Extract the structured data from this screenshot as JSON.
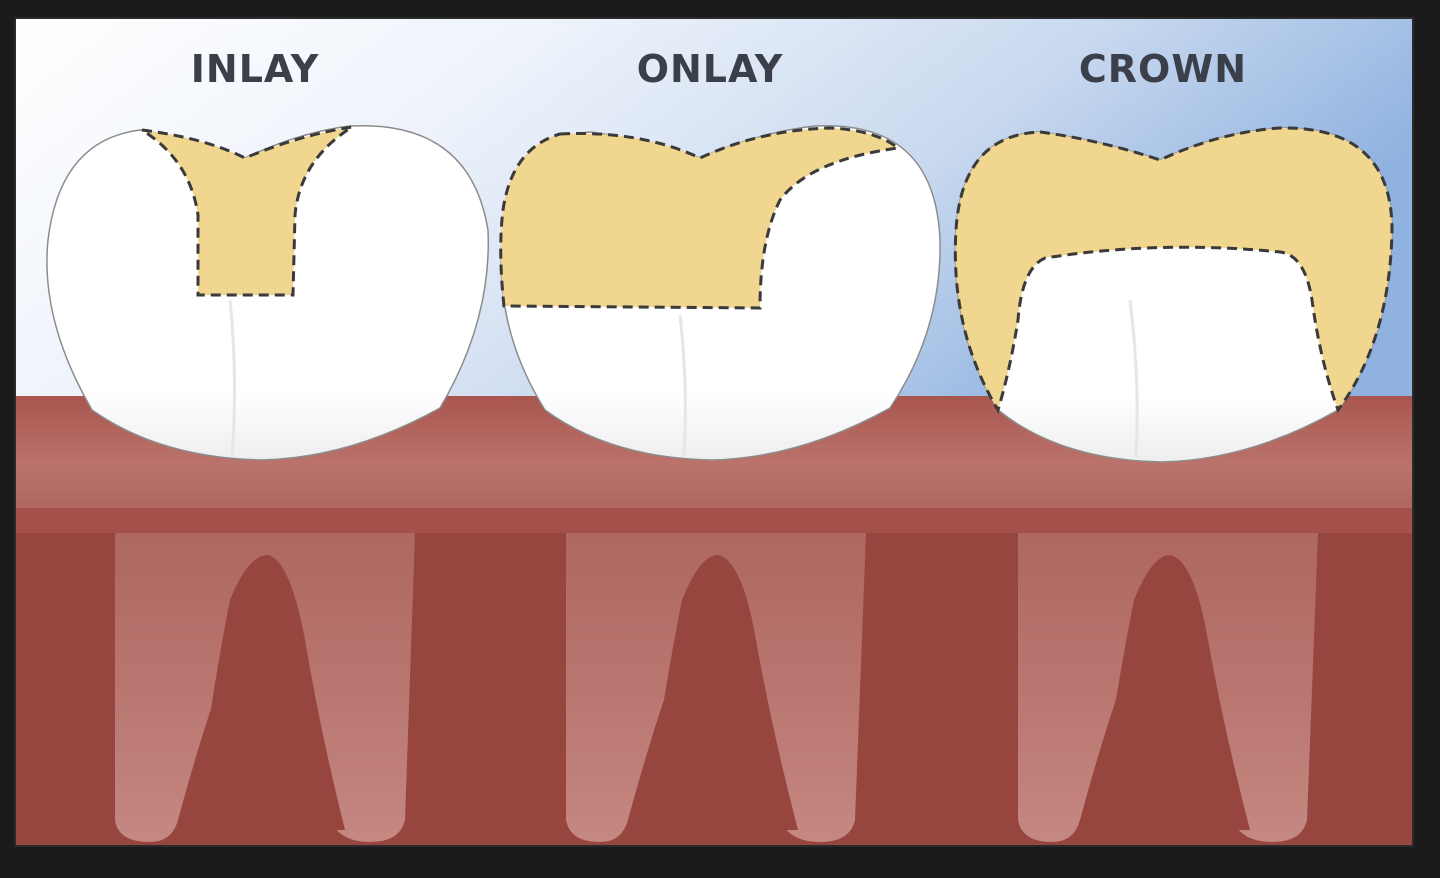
{
  "labels": {
    "inlay": "INLAY",
    "onlay": "ONLAY",
    "crown": "CROWN"
  },
  "colors": {
    "frame": "#1b1b1b",
    "sky_light": "#ffffff",
    "sky_blue": "#8fb2e0",
    "gum_upper": "#b46a62",
    "gum_band": "#a4514b",
    "gum_lower": "#96463f",
    "root": "#c98c86",
    "root_canal": "#96463f",
    "tooth": "#ffffff",
    "restoration": "#f1d690",
    "dash": "#3a3a3a",
    "label": "#3b3f4a"
  },
  "icons": {
    "tooth": "molar-tooth-icon",
    "restoration": "dental-restoration-area"
  }
}
